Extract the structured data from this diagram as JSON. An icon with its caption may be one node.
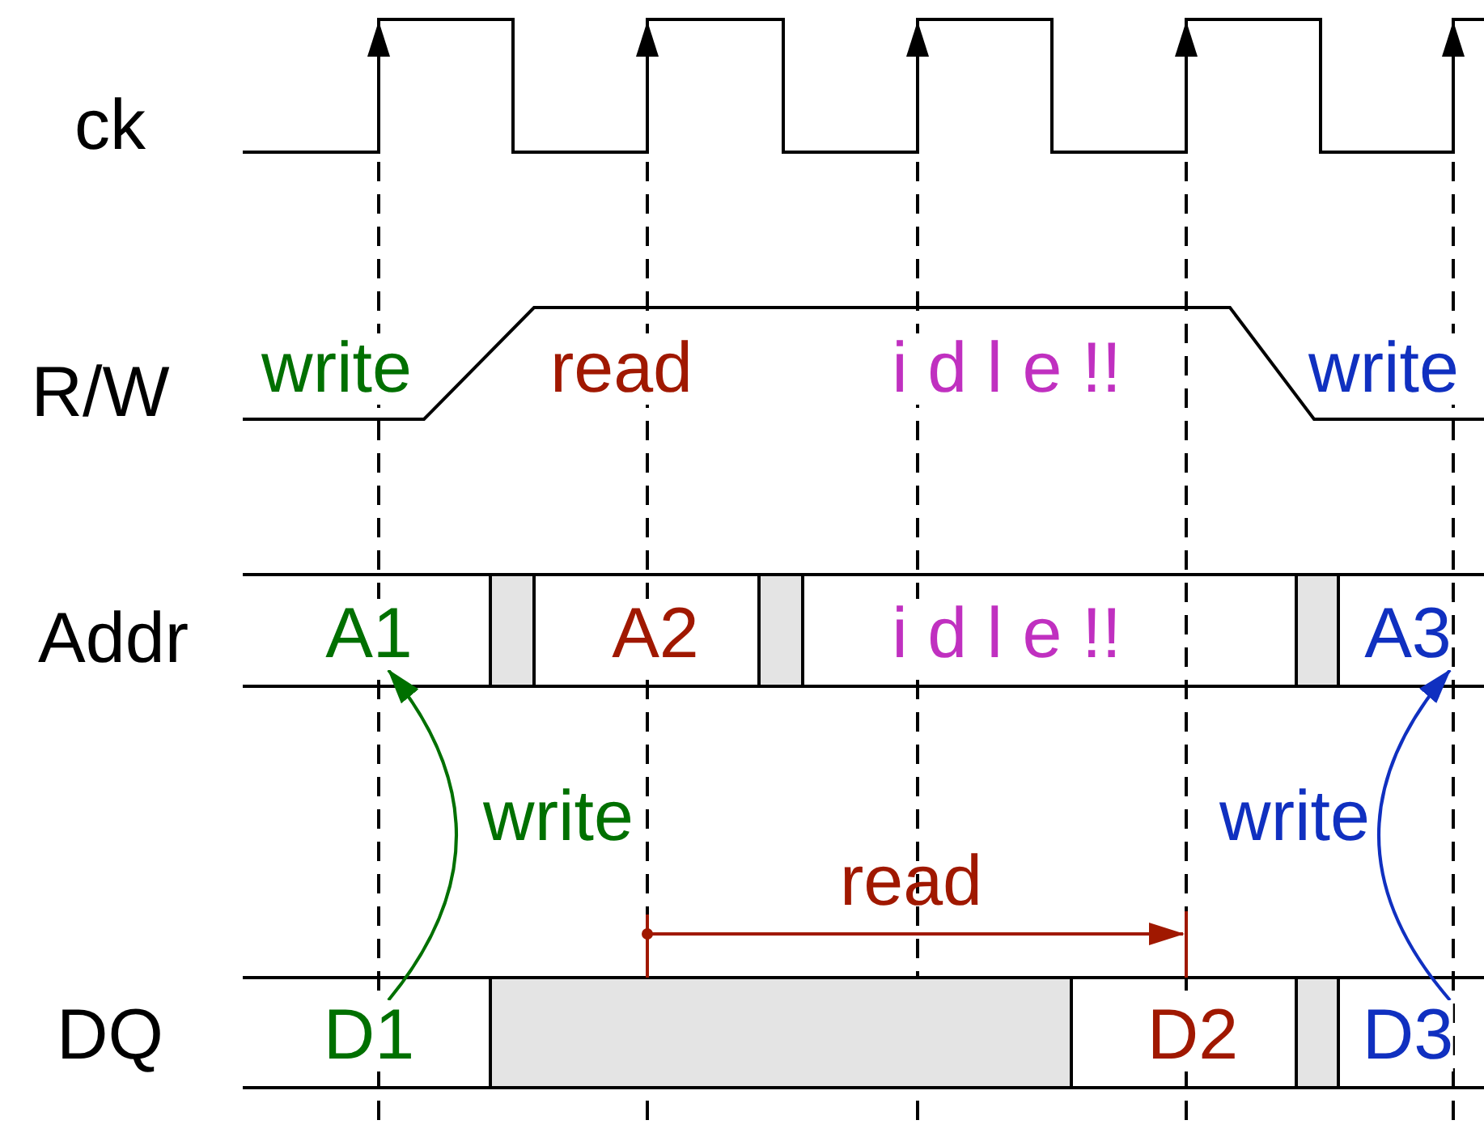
{
  "diagram": {
    "nodes": [
      {
        "text": [
          "write"
        ]
      },
      {
        "text": [
          "read"
        ]
      },
      {
        "text": [
          "i d l e !!"
        ]
      },
      {
        "text": [
          "write"
        ]
      },
      {
        "text": [
          "A1"
        ]
      },
      {
        "text": [
          "A2"
        ]
      },
      {
        "text": [
          "i d l e !!"
        ]
      },
      {
        "text": [
          "A3"
        ]
      },
      {
        "text": [
          "D1"
        ]
      },
      {
        "text": [
          "D2"
        ]
      },
      {
        "text": [
          "D3"
        ]
      }
    ],
    "edges": [
      {
        "from": 8,
        "to": 4,
        "arrow": "to",
        "label": "write",
        "color": "#007000"
      },
      {
        "from": 10,
        "to": 7,
        "arrow": "to",
        "label": "write",
        "color": "#1030c0"
      }
    ],
    "labels": [
      "ck",
      "R/W",
      "Addr",
      "read",
      "DQ"
    ]
  }
}
